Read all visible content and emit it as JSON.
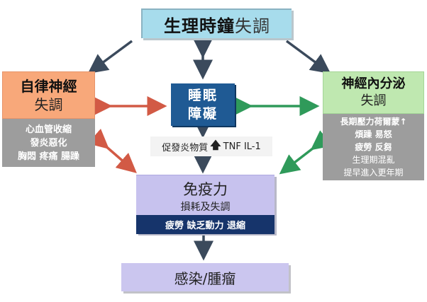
{
  "top": {
    "strong": "生理時鐘",
    "light": "失調"
  },
  "left": {
    "title1": "自律神經",
    "title2": "失調",
    "details": [
      "心血管收縮",
      "發炎惡化",
      "胸悶 疼痛 腸躁"
    ]
  },
  "right": {
    "title1": "神經內分泌",
    "title2": "失調",
    "details": [
      "長期壓力荷爾蒙↑",
      "煩躁 易怒",
      "疲勞 反芻",
      "生理期混亂",
      "提早進入更年期"
    ]
  },
  "sleep": {
    "line1": "睡眠",
    "line2": "障礙"
  },
  "cytokine": {
    "text": "促發炎物質",
    "arrow": "🡅",
    "markers": "TNF IL-1"
  },
  "immune": {
    "title": "免疫力",
    "subtitle": "損耗及失調",
    "detail": "疲勞 缺乏動力 退縮"
  },
  "bottom": {
    "text": "感染/腫瘤"
  },
  "colors": {
    "arrow_dark": "#3b4a5c",
    "arrow_red": "#d25a45",
    "arrow_green": "#2f9a5a"
  }
}
